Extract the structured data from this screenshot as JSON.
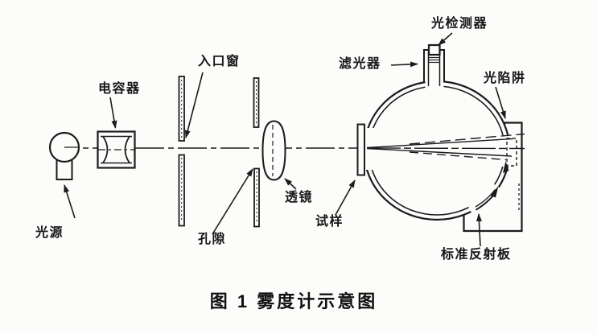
{
  "figure": {
    "caption": "图 1  雾度计示意图",
    "labels": {
      "light_source": "光源",
      "condenser": "电容器",
      "entrance_window": "入口窗",
      "aperture": "孔隙",
      "lens": "透镜",
      "sample": "试样",
      "filter": "滤光器",
      "detector": "光检测器",
      "light_trap": "光陷阱",
      "standard_reflector": "标准反射板"
    },
    "colors": {
      "line": "#1b1b1b",
      "background": "#fcfcfb"
    }
  }
}
